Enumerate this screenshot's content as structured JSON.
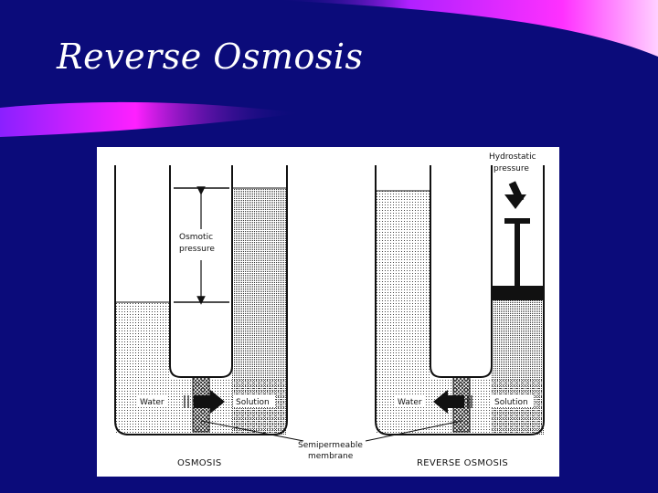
{
  "slide": {
    "title": "Reverse Osmosis",
    "background_color": "#0b0b7a",
    "accent_color": "#ff00ff"
  },
  "diagram": {
    "osmosis": {
      "osmotic_pressure_label": [
        "Osmotic",
        "pressure"
      ],
      "water_label": "Water",
      "solution_label": "Solution",
      "caption": "OSMOSIS"
    },
    "reverse_osmosis": {
      "hydrostatic_pressure_label": [
        "Hydrostatic",
        "pressure"
      ],
      "water_label": "Water",
      "solution_label": "Solution",
      "caption": "REVERSE OSMOSIS"
    },
    "membrane_label": [
      "Semipermeable",
      "membrane"
    ]
  }
}
